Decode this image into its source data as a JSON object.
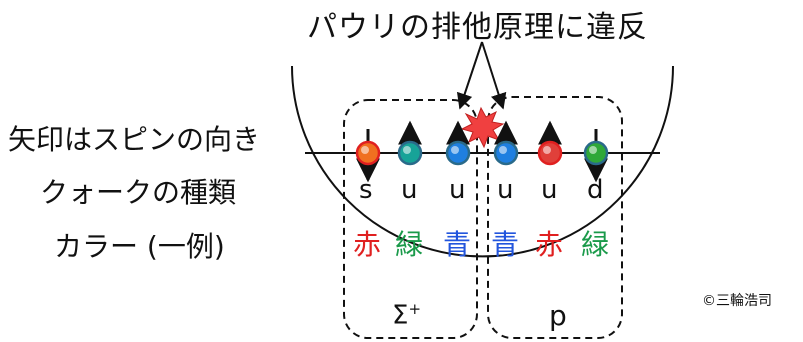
{
  "title": "パウリの排他原理に違反",
  "side_labels": {
    "spin": "矢印はスピンの向き",
    "quark_type": "クォークの種類",
    "color": "カラー (一例)"
  },
  "copyright": "©三輪浩司",
  "particles": [
    {
      "name": "Σ⁺",
      "label_base": "Σ",
      "label_sup": "+",
      "quarks": [
        {
          "flavor": "s",
          "spin": "down",
          "color_label": "赤",
          "color": "#e02020",
          "ball": "#f07020"
        },
        {
          "flavor": "u",
          "spin": "up",
          "color_label": "緑",
          "color": "#1a9a4a",
          "ball": "#17a398"
        },
        {
          "flavor": "u",
          "spin": "up",
          "color_label": "青",
          "color": "#2255dd",
          "ball": "#1f7fe0"
        }
      ]
    },
    {
      "name": "p",
      "label_base": "p",
      "label_sup": "",
      "quarks": [
        {
          "flavor": "u",
          "spin": "up",
          "color_label": "青",
          "color": "#2255dd",
          "ball": "#1f7fe0"
        },
        {
          "flavor": "u",
          "spin": "up",
          "color_label": "赤",
          "color": "#e02020",
          "ball": "#e0403a"
        },
        {
          "flavor": "d",
          "spin": "down",
          "color_label": "緑",
          "color": "#1a9a4a",
          "ball": "#2fa838"
        }
      ]
    }
  ],
  "colors": {
    "outline": "#111111",
    "burst": "#f04040",
    "red_ring": "#e02020"
  }
}
